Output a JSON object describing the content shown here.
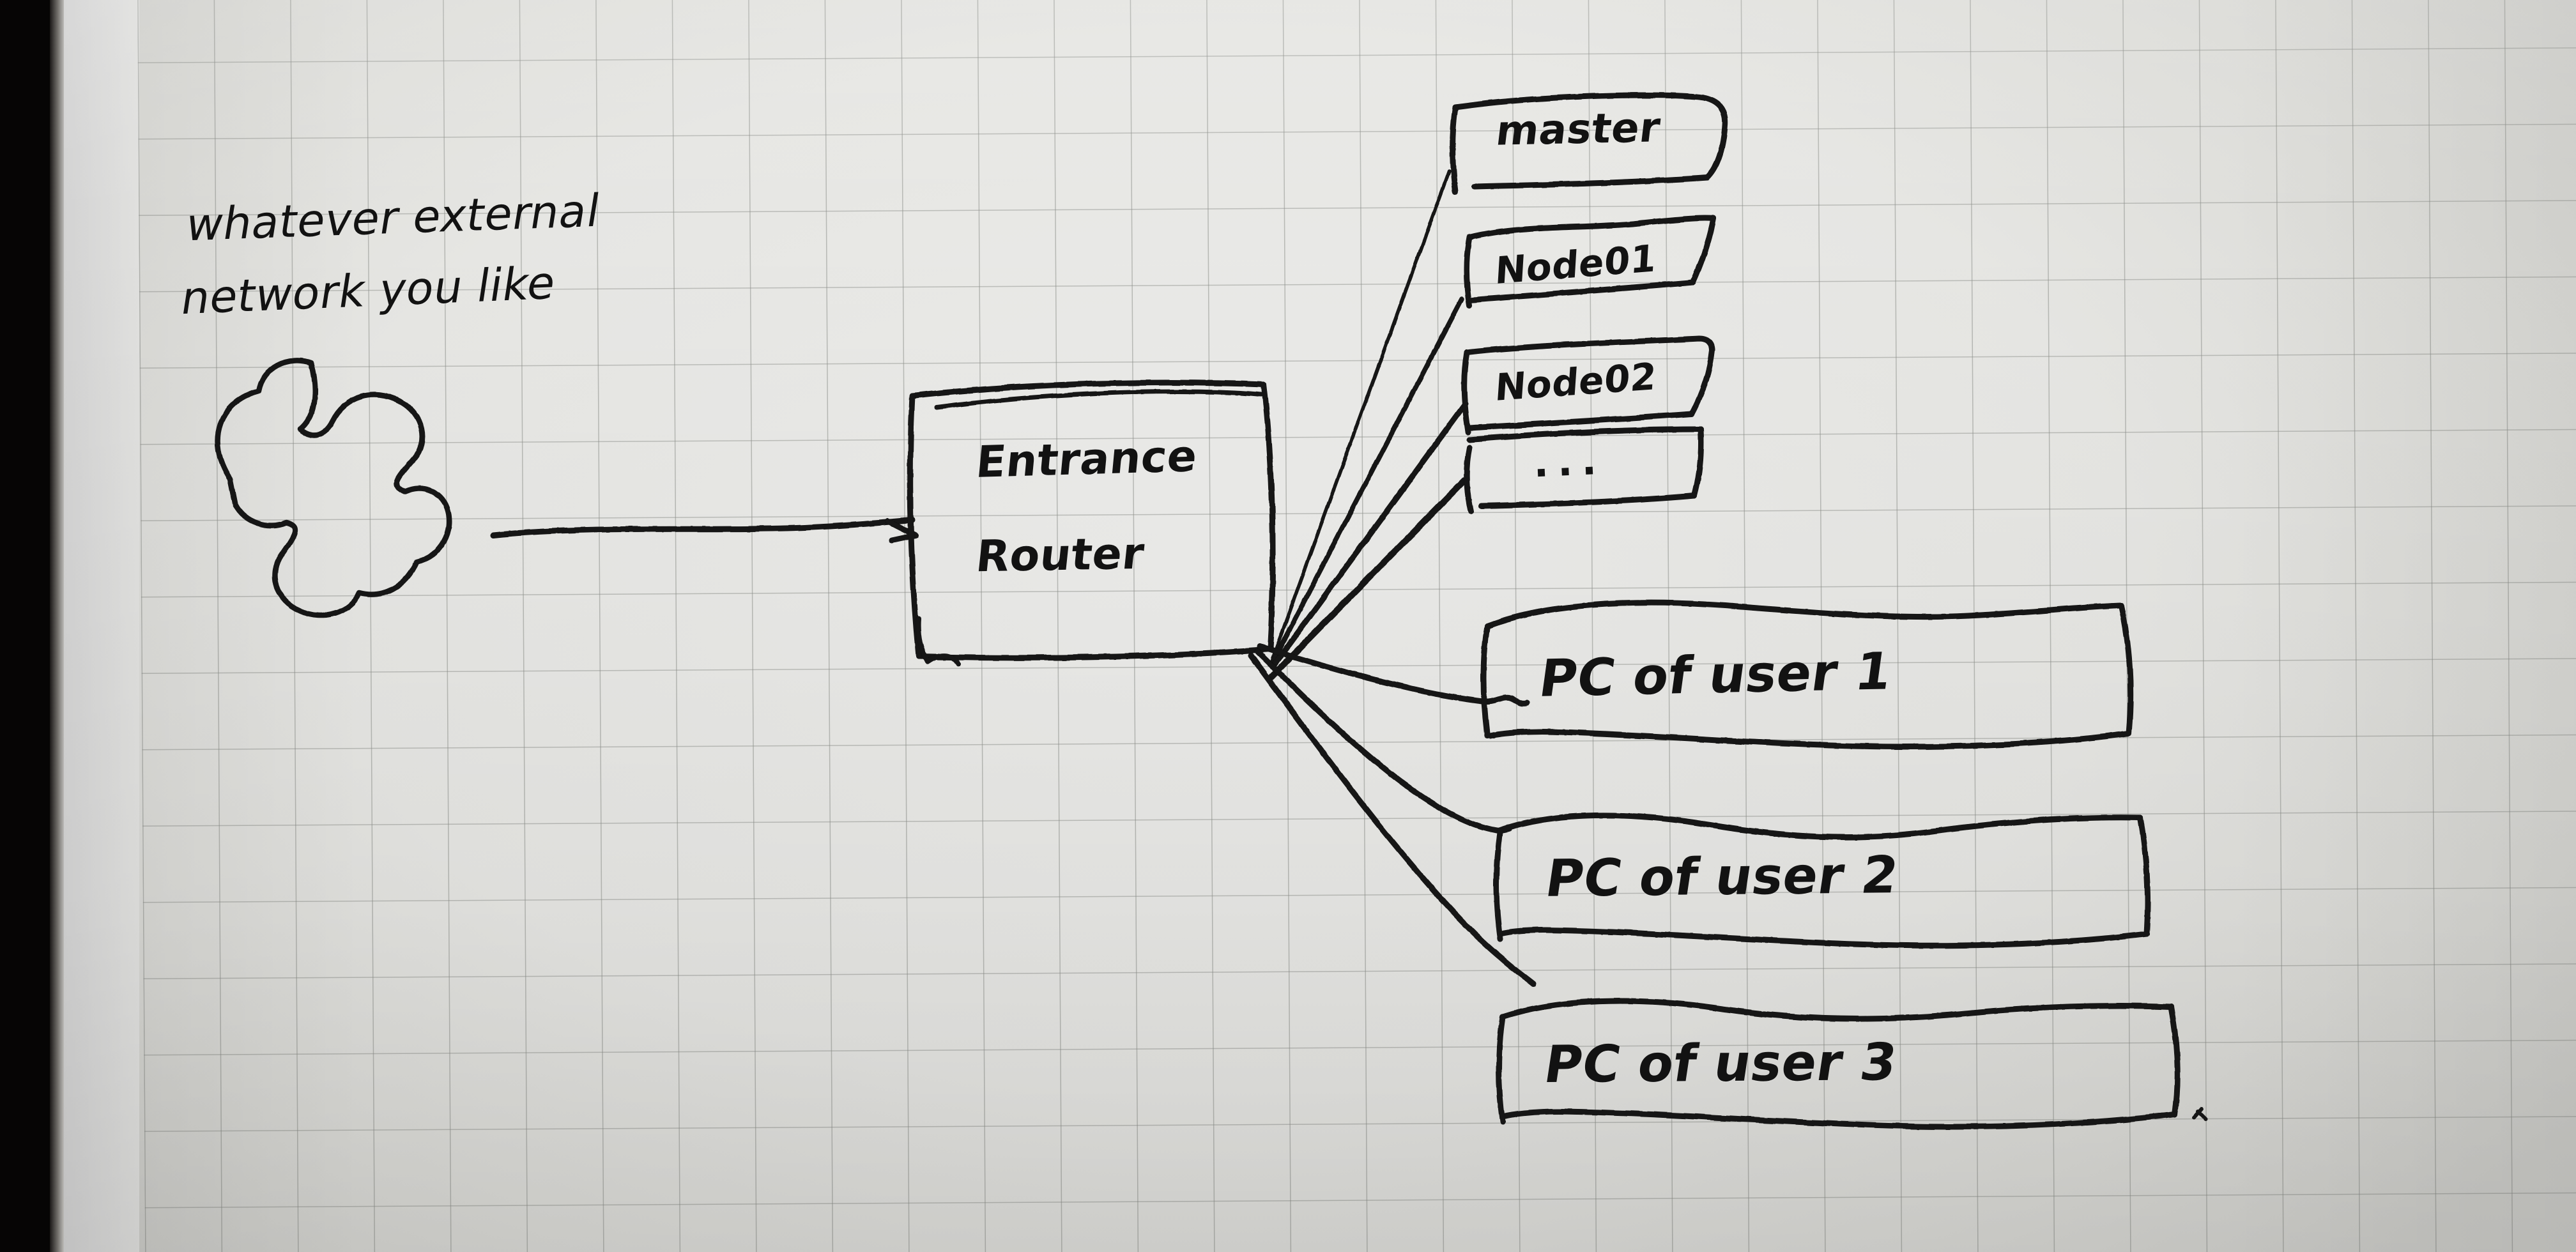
{
  "diagram": {
    "medium": "hand-drawn ink on graph paper",
    "title_note": "network topology sketch",
    "ink_color": "#121212",
    "paper_color": "#e8e8e5",
    "grid_color": "#7e817c",
    "bezel_color": "#060505"
  },
  "annotation": {
    "line1": "whatever external",
    "line2": "network you like"
  },
  "cloud": {
    "label": "external network cloud",
    "shape": "cloud"
  },
  "router": {
    "label_line1": "Entrance",
    "label_line2": "Router"
  },
  "cluster_nodes": [
    {
      "label": "master"
    },
    {
      "label": "Node01"
    },
    {
      "label": "Node02"
    },
    {
      "label": "..."
    }
  ],
  "clients": [
    {
      "label": "PC of user 1"
    },
    {
      "label": "PC of user 2"
    },
    {
      "label": "PC of user 3"
    }
  ],
  "connections": [
    {
      "from": "cloud",
      "to": "router"
    },
    {
      "from": "router",
      "to": "master"
    },
    {
      "from": "router",
      "to": "Node01"
    },
    {
      "from": "router",
      "to": "Node02"
    },
    {
      "from": "router",
      "to": "..."
    },
    {
      "from": "router",
      "to": "PC of user 1"
    },
    {
      "from": "router",
      "to": "PC of user 2"
    },
    {
      "from": "router",
      "to": "PC of user 3"
    }
  ]
}
